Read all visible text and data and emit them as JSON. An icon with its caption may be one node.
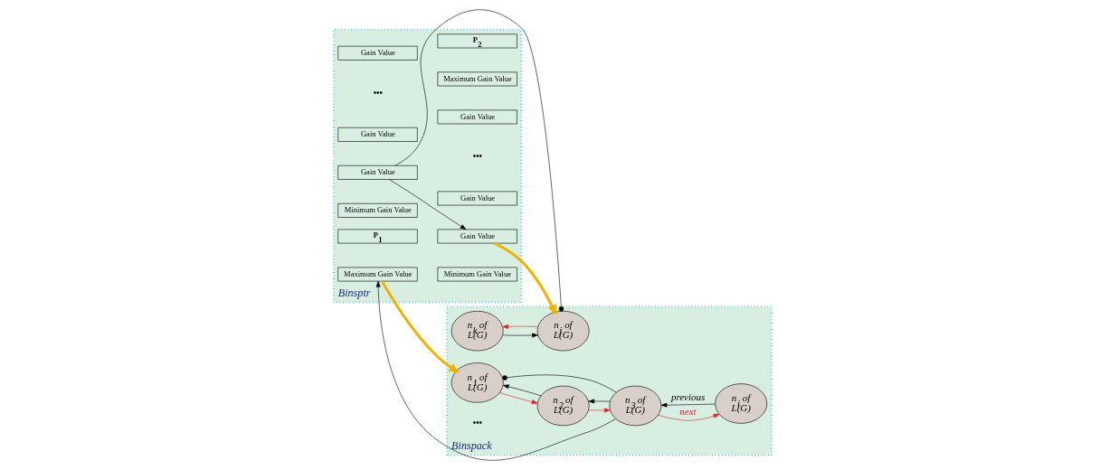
{
  "diagram": {
    "nodes": [
      {
        "text": [
          "Binspack"
        ]
      },
      {
        "text": [
          "n$_{1}$ of L(G)"
        ],
        "in": 0
      },
      {
        "text": [
          "n$_{2}$ of L(G)"
        ],
        "in": 0
      },
      {
        "text": [
          "n$_{3}$ of L(G)"
        ],
        "in": 0
      },
      {
        "text": [
          "n$_{i}$ of L(G)"
        ],
        "in": 0
      },
      {
        "text": [
          "n$_{k}$ of L(G)"
        ],
        "in": 0
      },
      {
        "text": [
          "n$_{j}$ of L(G)"
        ],
        "in": 0
      },
      {
        "text": [
          "Binsptr"
        ]
      },
      {
        "text": [
          "P$_{1}$"
        ],
        "in": 7
      },
      {
        "text": [
          "Maximum Gain Value"
        ],
        "in": 7
      },
      {
        "text": [
          "Gain Value"
        ],
        "in": 7
      },
      {
        "text": [
          "Gain Value"
        ],
        "in": 7
      },
      {
        "text": [
          "Gain Value"
        ],
        "in": 7
      },
      {
        "text": [
          "Minimum Gain Value"
        ],
        "in": 7
      },
      {
        "text": [
          "P$_{2}$"
        ],
        "in": 7
      },
      {
        "text": [
          "Maximum Gain Value"
        ],
        "in": 7
      },
      {
        "text": [
          "Gain Value"
        ],
        "in": 7
      },
      {
        "text": [
          "Gain Value"
        ],
        "in": 7
      },
      {
        "text": [
          "Gain Value"
        ],
        "in": 7
      },
      {
        "text": [
          "Minimum Gain Value"
        ],
        "in": 7
      }
    ],
    "edges": [
      {
        "from": 1,
        "to": 2,
        "arrow": "to",
        "color": "#e02020"
      },
      {
        "from": 2,
        "to": 1,
        "arrow": "to"
      },
      {
        "from": 2,
        "to": 3,
        "arrow": "to",
        "color": "#e02020"
      },
      {
        "from": 3,
        "to": 2,
        "arrow": "to"
      },
      {
        "from": 3,
        "to": 4,
        "arrow": "to",
        "label": "next",
        "color": "#e02020"
      },
      {
        "from": 4,
        "to": 3,
        "arrow": "to",
        "label": "previous"
      },
      {
        "from": 6,
        "to": 5,
        "arrow": "to",
        "color": "#e02020"
      },
      {
        "from": 5,
        "to": 6,
        "arrow": "to"
      },
      {
        "from": 3,
        "to": 9,
        "arrow": "to"
      },
      {
        "from": 9,
        "to": 1,
        "arrow": "to",
        "color": "#f0b400",
        "style": "thick"
      },
      {
        "from": 12,
        "to": 18,
        "arrow": "to"
      },
      {
        "from": 18,
        "to": 6,
        "arrow": "to",
        "color": "#f0b400",
        "style": "thick"
      },
      {
        "from": 3,
        "to": 1,
        "arrow": "other"
      },
      {
        "from": 12,
        "to": 6,
        "arrow": "other"
      }
    ],
    "labels": [
      "•••",
      "•••",
      "•••"
    ]
  }
}
